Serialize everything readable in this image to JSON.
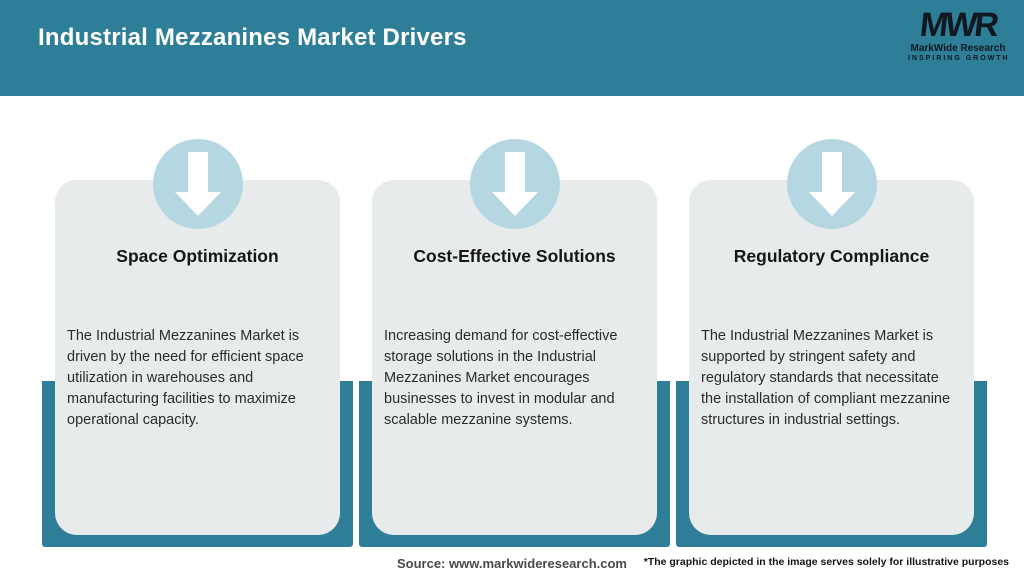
{
  "header": {
    "title": "Industrial Mezzanines Market Drivers",
    "logo": {
      "monogram": "MWR",
      "name": "MarkWide Research",
      "tagline": "INSPIRING GROWTH"
    }
  },
  "cards": [
    {
      "icon": "down-arrow-icon",
      "title": "Space Optimization",
      "description": "The Industrial Mezzanines Market is driven by the need for efficient space utilization in warehouses and manufacturing facilities to maximize operational capacity."
    },
    {
      "icon": "down-arrow-icon",
      "title": "Cost-Effective Solutions",
      "description": "Increasing demand for cost-effective storage solutions in the Industrial Mezzanines Market encourages businesses to invest in modular and scalable mezzanine systems."
    },
    {
      "icon": "down-arrow-icon",
      "title": "Regulatory Compliance",
      "description": "The Industrial Mezzanines Market is supported by stringent safety and regulatory standards that necessitate the installation of compliant mezzanine structures in industrial settings."
    }
  ],
  "footer": {
    "source": "Source: www.markwideresearch.com",
    "disclaimer": "*The graphic depicted in the image serves solely for illustrative purposes"
  },
  "colors": {
    "header_bg": "#2e7e98",
    "accent_teal": "#2e7e98",
    "card_bg": "#e8ebec",
    "circle_blue": "#b4d7e2",
    "logo_dark": "#101820",
    "title_text": "#ffffff"
  }
}
